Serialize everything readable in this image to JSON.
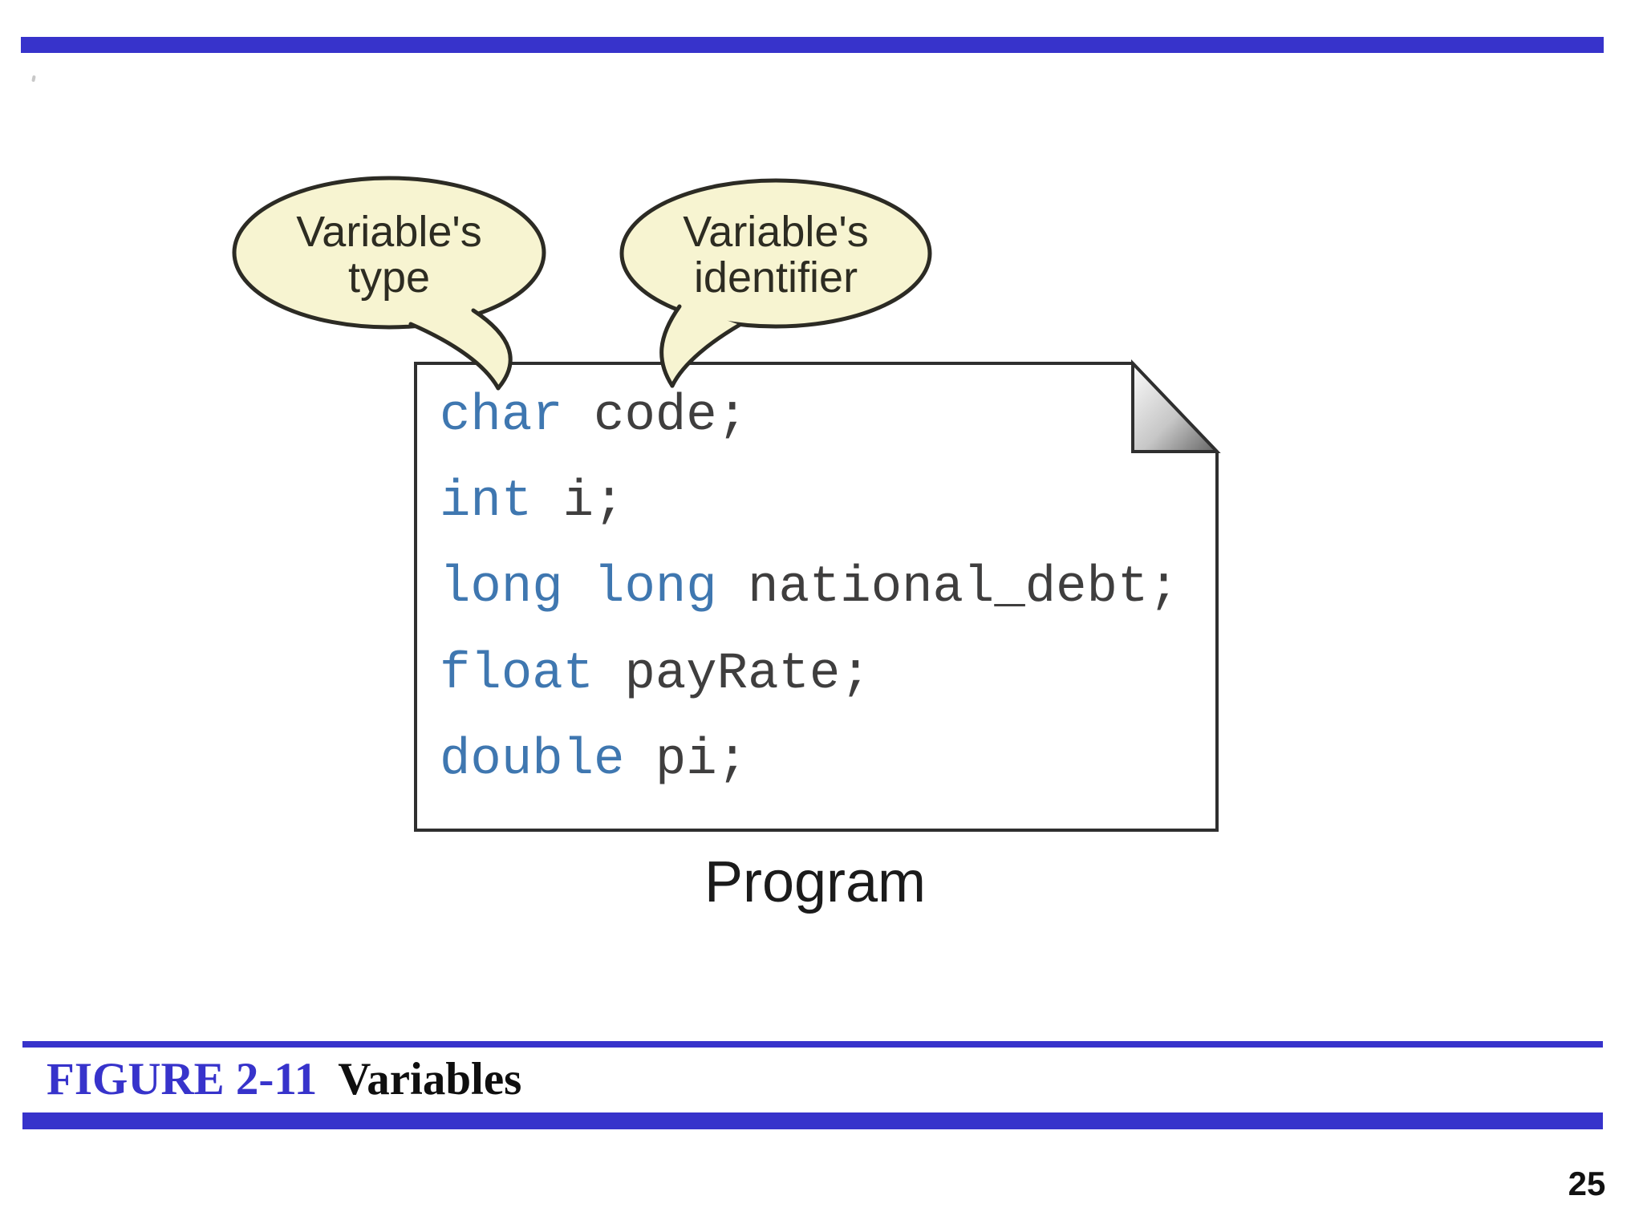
{
  "top_bar": {},
  "bubbles": {
    "left": {
      "line1": "Variable's",
      "line2": "type"
    },
    "right": {
      "line1": "Variable's",
      "line2": "identifier"
    }
  },
  "program": {
    "label": "Program",
    "lines": [
      {
        "keyword": "char",
        "rest": " code;"
      },
      {
        "keyword": "int",
        "rest": " i;"
      },
      {
        "keyword": "long long",
        "rest": " national_debt;"
      },
      {
        "keyword": "float",
        "rest": " payRate;"
      },
      {
        "keyword": "double",
        "rest": " pi;"
      }
    ]
  },
  "caption": {
    "figure_label": "FIGURE 2-11",
    "title": "Variables"
  },
  "page_number": "25",
  "colors": {
    "accent": "#3733cb",
    "keyword": "#3f77b0",
    "code-text": "#3f3e3e",
    "bubble-fill": "#f7f4d1",
    "bubble-stroke": "#2c2b24",
    "bubble-text": "#2d2c22",
    "box-border": "#2f2f2f",
    "label-text": "#1b1b1b",
    "caption-title": "#0f0f0f",
    "page-num": "#111111"
  }
}
